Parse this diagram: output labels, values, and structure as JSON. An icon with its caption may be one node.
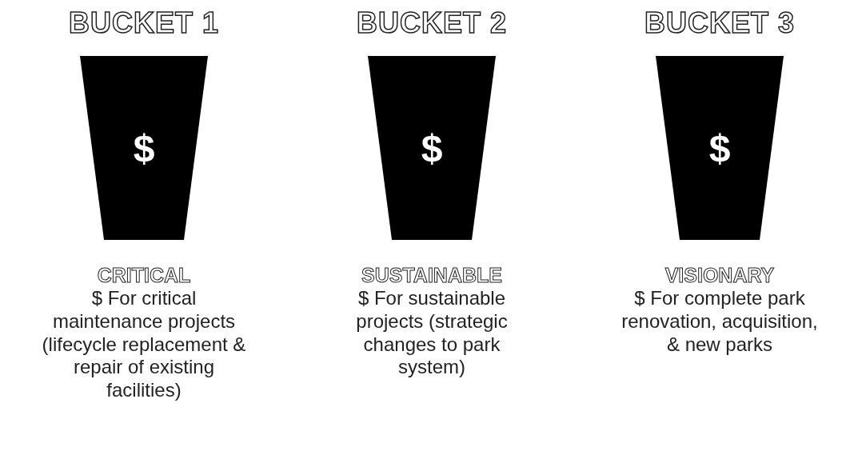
{
  "diagram": {
    "nodes": [
      {
        "text": [
          "BUCKET 1",
          "$"
        ],
        "beside": [
          "CRITICAL",
          "$ For critical maintenance projects (lifecycle replacement & repair of existing facilities)"
        ]
      },
      {
        "text": [
          "BUCKET 2",
          "$"
        ],
        "beside": [
          "SUSTAINABLE",
          "$ For sustainable projects (strategic changes to park system)"
        ]
      },
      {
        "text": [
          "BUCKET 3",
          "$"
        ],
        "beside": [
          "VISIONARY",
          "$ For complete park renovation, acquisition, & new parks"
        ]
      }
    ],
    "edges": []
  }
}
